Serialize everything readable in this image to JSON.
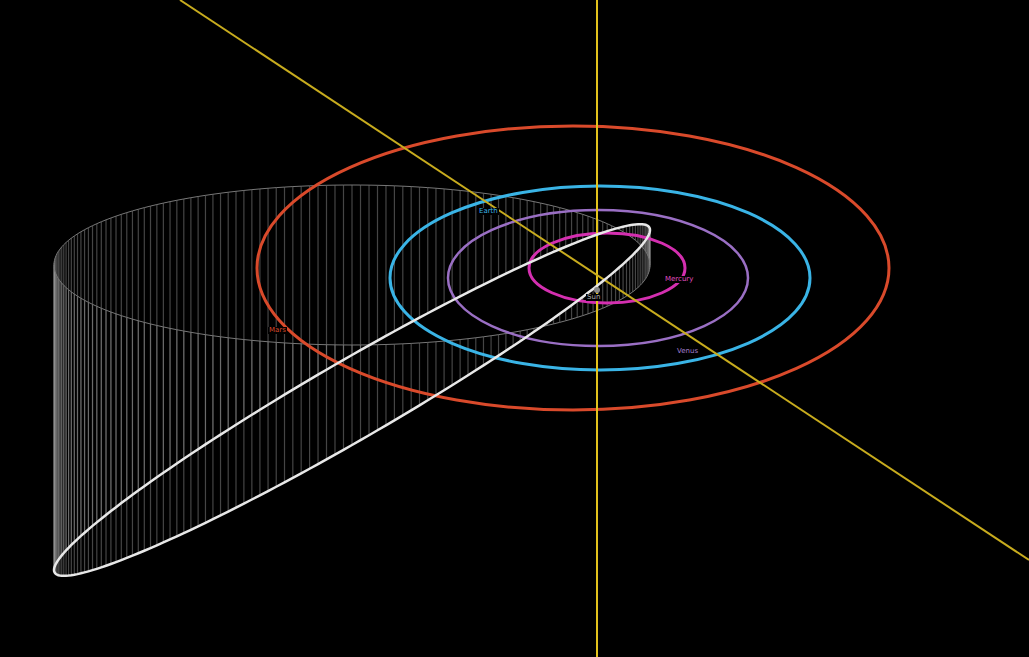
{
  "diagram": {
    "labels": [
      "Earth",
      "Mercury",
      "Sun",
      "Mars",
      "Venus"
    ]
  }
}
